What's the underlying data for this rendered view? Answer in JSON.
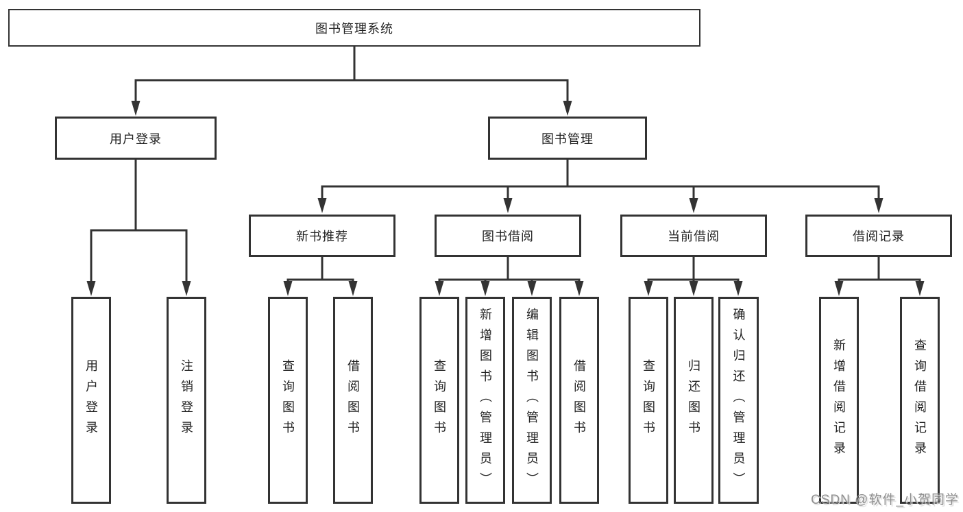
{
  "watermark": "CSDN @软件_小贺同学",
  "colors": {
    "line": "#333333",
    "box_border": "#333333",
    "text": "#222222",
    "background": "#ffffff",
    "watermark": "#8f8f8f"
  },
  "tree": {
    "root": {
      "label": "图书管理系统"
    },
    "level2": [
      {
        "label": "用户登录"
      },
      {
        "label": "图书管理"
      }
    ],
    "level3": [
      {
        "label": "新书推荐"
      },
      {
        "label": "图书借阅"
      },
      {
        "label": "当前借阅"
      },
      {
        "label": "借阅记录"
      }
    ],
    "leaves": {
      "user_login": [
        {
          "label": "用户登录"
        },
        {
          "label": "注销登录"
        }
      ],
      "new_book_recommend": [
        {
          "label": "查询图书"
        },
        {
          "label": "借阅图书"
        }
      ],
      "book_borrowing": [
        {
          "label": "查询图书"
        },
        {
          "label": "新增图书（管理员）"
        },
        {
          "label": "编辑图书（管理员）"
        },
        {
          "label": "借阅图书"
        }
      ],
      "current_borrowing": [
        {
          "label": "查询图书"
        },
        {
          "label": "归还图书"
        },
        {
          "label": "确认归还（管理员）"
        }
      ],
      "borrowing_records": [
        {
          "label": "新增借阅记录"
        },
        {
          "label": "查询借阅记录"
        }
      ]
    }
  }
}
